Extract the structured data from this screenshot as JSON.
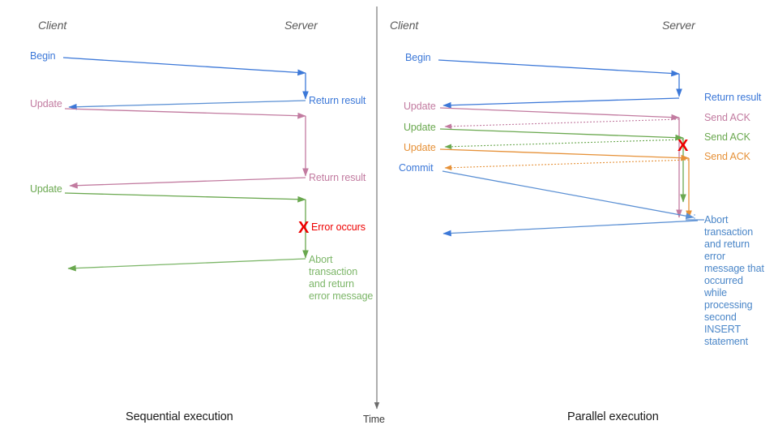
{
  "figure": {
    "title_left": "Sequential execution",
    "title_right": "Parallel execution",
    "time_axis_label": "Time"
  },
  "colors": {
    "blue": "#3c78d8",
    "blue_light": "#7aa9e0",
    "pink": "#c27ba0",
    "green": "#6aa84f",
    "green_light": "#93c47d",
    "orange": "#e69138",
    "red": "#ee0000",
    "actor_gray": "#595959",
    "divider_gray": "#6b6b6b"
  },
  "left_panel": {
    "name": "sequential-execution",
    "actor_client": "Client",
    "actor_server": "Server",
    "caption": "Sequential execution",
    "client_messages": [
      {
        "label": "Begin",
        "color": "blue"
      },
      {
        "label": "Update",
        "color": "pink"
      },
      {
        "label": "Update",
        "color": "green"
      }
    ],
    "server_messages": [
      {
        "label": "Return result",
        "color": "blue"
      },
      {
        "label": "Return result",
        "color": "pink"
      },
      {
        "label": "Error occurs",
        "color": "red"
      }
    ],
    "error_marker": "X",
    "abort_note": "Abort transaction and return error message"
  },
  "right_panel": {
    "name": "parallel-execution",
    "actor_client": "Client",
    "actor_server": "Server",
    "caption": "Parallel execution",
    "client_messages": [
      {
        "label": "Begin",
        "color": "blue"
      },
      {
        "label": "Update",
        "color": "pink"
      },
      {
        "label": "Update",
        "color": "green"
      },
      {
        "label": "Update",
        "color": "orange"
      },
      {
        "label": "Commit",
        "color": "blue"
      }
    ],
    "server_messages": [
      {
        "label": "Return result",
        "color": "blue"
      },
      {
        "label": "Send ACK",
        "color": "pink"
      },
      {
        "label": "Send ACK",
        "color": "green"
      },
      {
        "label": "Send ACK",
        "color": "orange"
      }
    ],
    "error_marker": "X",
    "abort_note": "Abort transaction and return error message that occurred while processing second INSERT statement"
  }
}
